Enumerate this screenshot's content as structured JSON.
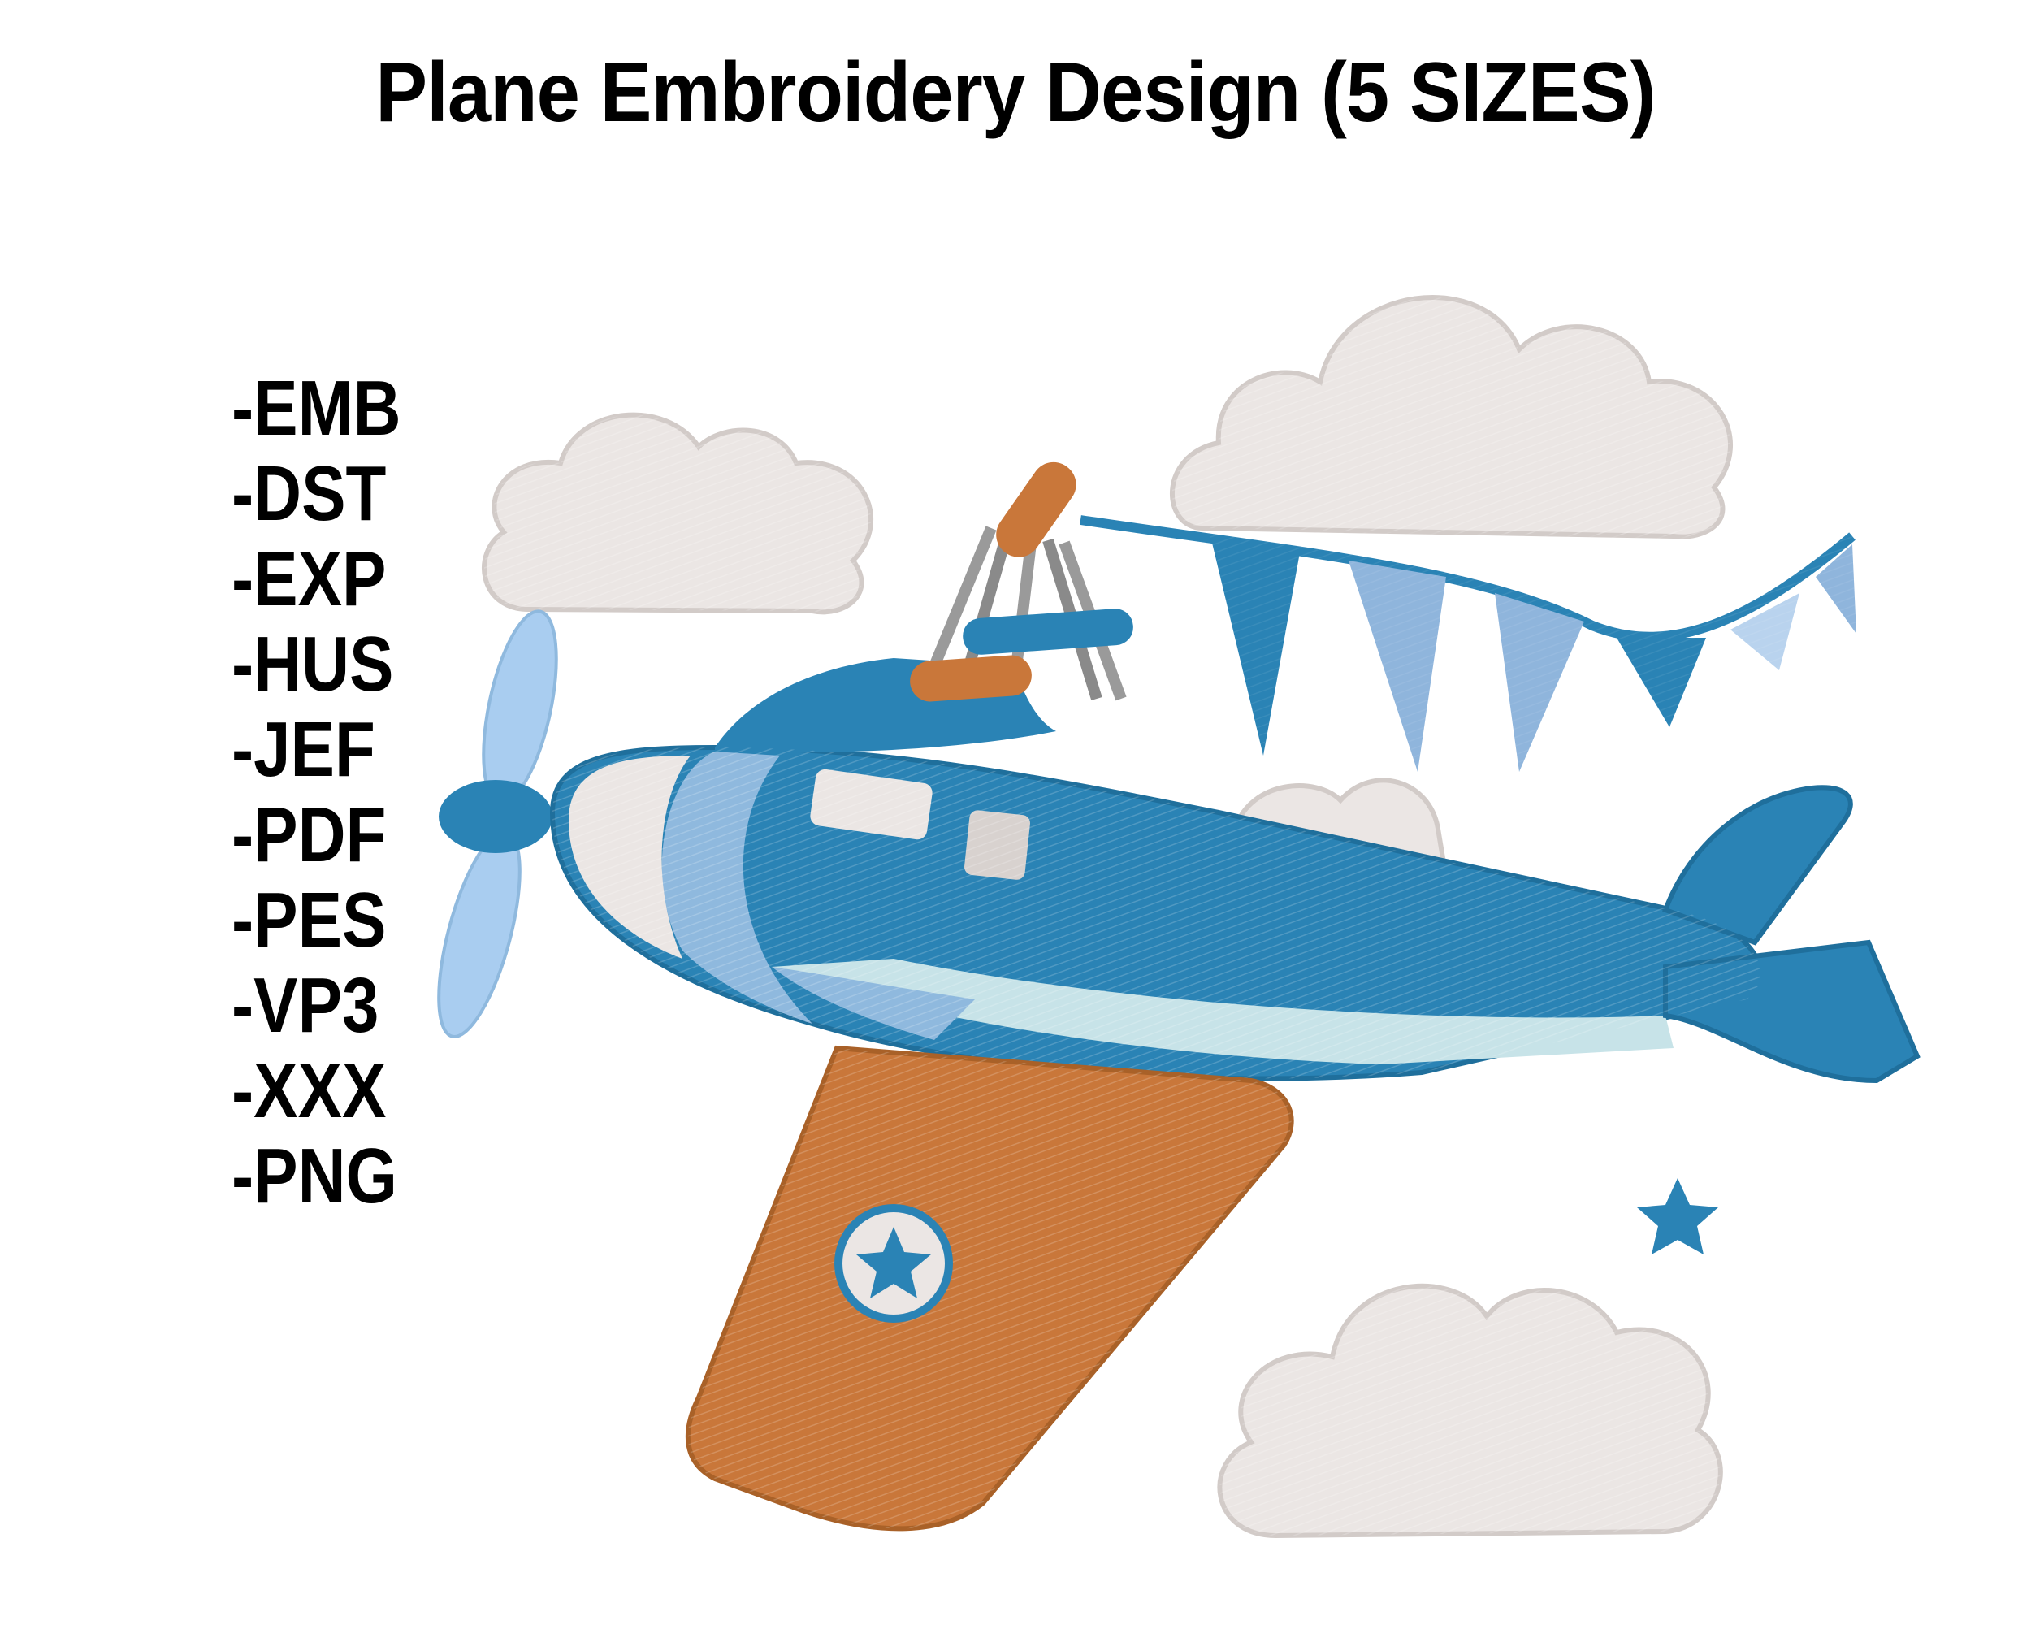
{
  "title": "Plane Embroidery Design (5 SIZES)",
  "formats": [
    "-EMB",
    "-DST",
    "-EXP",
    "-HUS",
    "-JEF",
    "-PDF",
    "-PES",
    "-VP3",
    "-XXX",
    "-PNG"
  ],
  "illustration": {
    "subject": "plane",
    "colors": {
      "fuselage": "#2a83b5",
      "fuselage_light": "#8fb9de",
      "fuselage_pale": "#c7e3e8",
      "wing": "#c9773a",
      "propeller": "#a9cdf0",
      "cloud": "#ebe6e4",
      "cloud_edge": "#d2cbc8",
      "strut": "#9a9a9a",
      "bunting_dark": "#2a83b5",
      "bunting_light": "#8fb5dc",
      "star": "#2a83b5"
    }
  }
}
